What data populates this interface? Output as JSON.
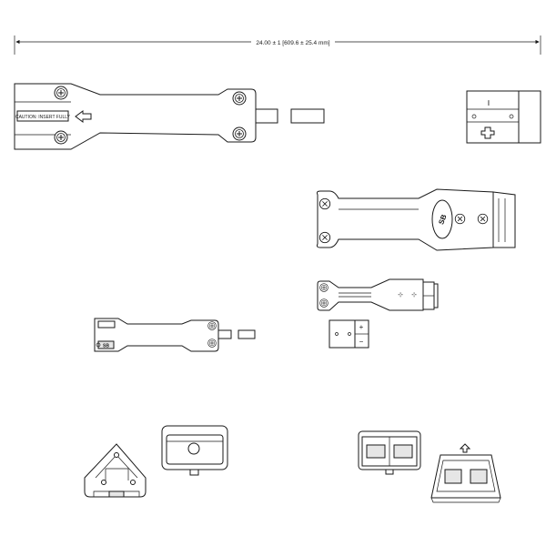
{
  "dimension": {
    "text": "24.00 ± 1 [609.6 ± 25.4 mm]"
  },
  "caution_label": {
    "text": "CAUTION: INSERT FULLY"
  },
  "polarity": {
    "negative": "−",
    "positive": "+"
  },
  "small_view_label": {
    "text": "SB"
  },
  "colors": {
    "line": "#1a1a1a",
    "background": "#ffffff",
    "contact_fill": "#e6e6e6"
  }
}
